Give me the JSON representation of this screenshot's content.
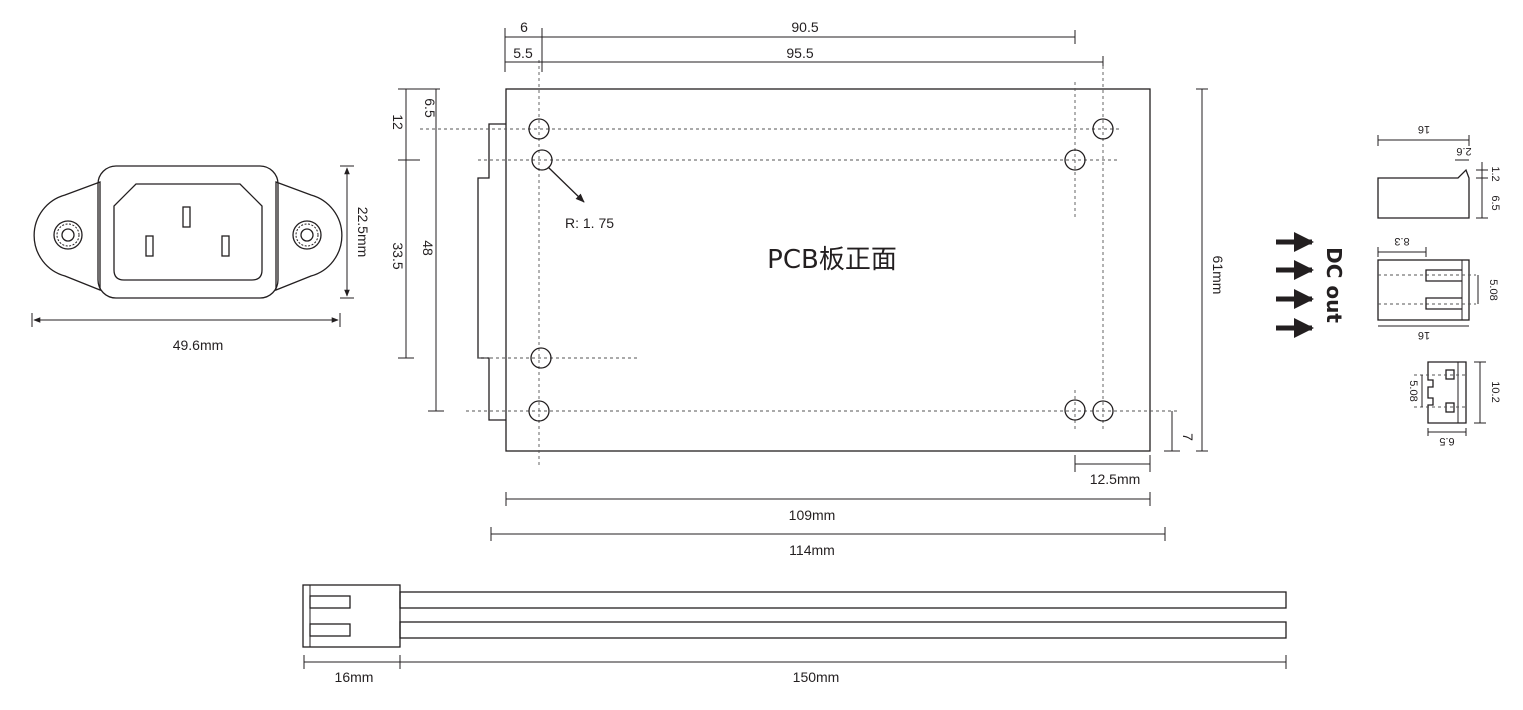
{
  "pcb": {
    "title": "PCB板正面",
    "hole_radius": "R: 1. 75",
    "dim_top_6": "6",
    "dim_top_90_5": "90.5",
    "dim_top_5_5": "5.5",
    "dim_top_95_5": "95.5",
    "dim_left_6_5": "6.5",
    "dim_left_12": "12",
    "dim_left_33_5": "33.5",
    "dim_left_48": "48",
    "dim_right_61": "61mm",
    "dim_right_7": "7",
    "dim_bottom_12_5": "12.5mm",
    "dim_bottom_109": "109mm",
    "dim_bottom_114": "114mm"
  },
  "socket": {
    "dim_height": "22.5mm",
    "dim_width": "49.6mm"
  },
  "cable": {
    "dim_plug": "16mm",
    "dim_length": "150mm"
  },
  "dc_out": {
    "label": "DC out",
    "top_16": "16",
    "top_2_6": "2.6",
    "top_1_2": "1.2",
    "top_6_5": "6.5",
    "mid_8_3": "8.3",
    "mid_5_08": "5.08",
    "mid_16": "16",
    "bot_5_08": "5.08",
    "bot_10_2": "10.2",
    "bot_6_5": "6.5"
  },
  "colors": {
    "ink": "#231f20",
    "background": "#ffffff"
  }
}
